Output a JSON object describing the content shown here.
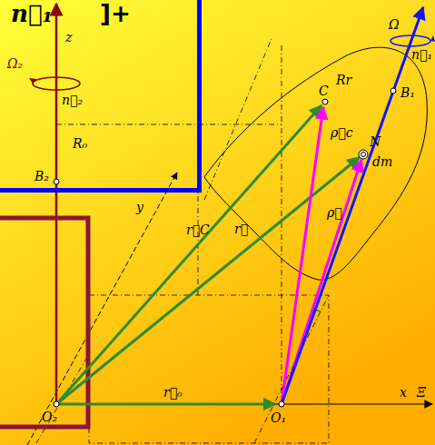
{
  "diagram": {
    "nodes": [
      {
        "text": [
          "n⃗₁",
          "]+"
        ]
      }
    ],
    "labels": [
      "z",
      "Ω₂",
      "n⃗₂",
      "R₀",
      "B₂",
      "y",
      "r⃗C",
      "r⃗",
      "r⃗₀",
      "O₂",
      "O₁",
      "x",
      "Ξ",
      "C",
      "N",
      "dm",
      "ρ⃗c",
      "ρ⃗",
      "Rr",
      "B₁",
      "Ω",
      "n⃗₁"
    ]
  }
}
